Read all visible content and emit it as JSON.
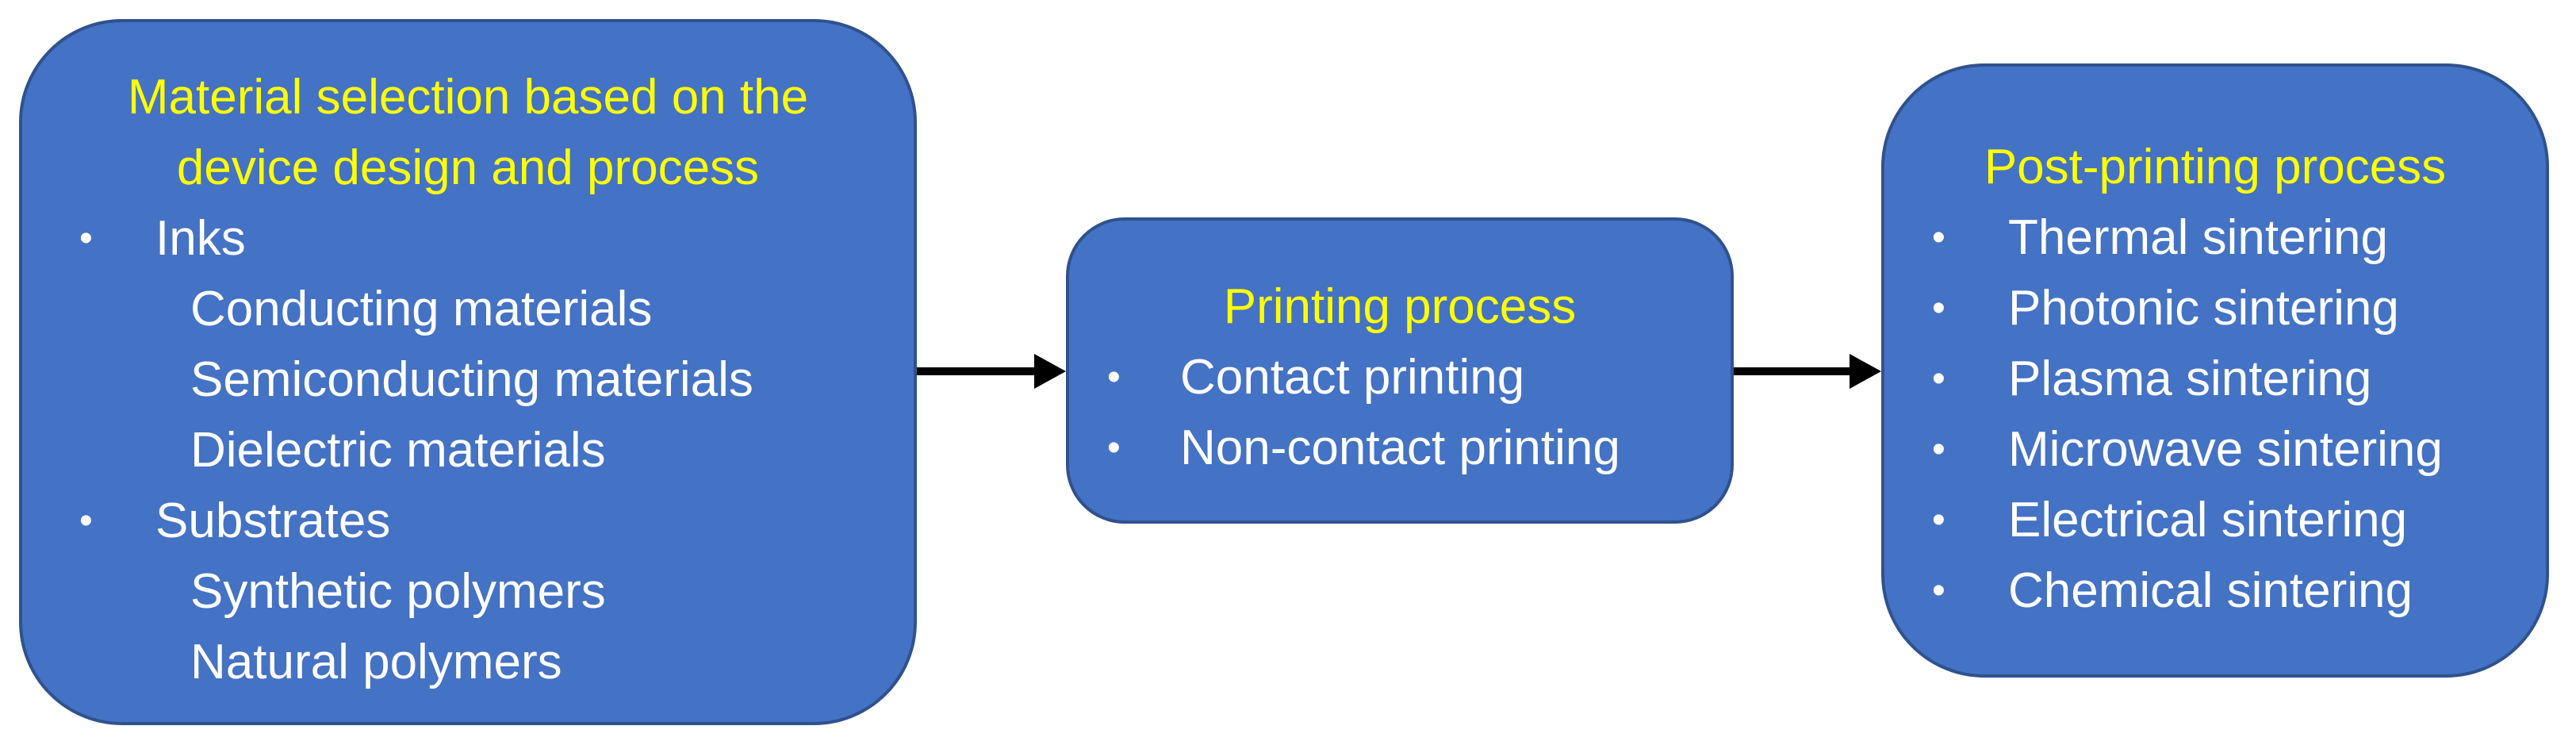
{
  "boxes": {
    "material": {
      "title": "Material selection based on the device design and process",
      "items": [
        {
          "text": "Inks",
          "bullet": "•"
        },
        {
          "text": "Conducting materials"
        },
        {
          "text": "Semiconducting  materials"
        },
        {
          "text": "Dielectric materials"
        },
        {
          "text": "Substrates",
          "bullet": "•"
        },
        {
          "text": "Synthetic polymers"
        },
        {
          "text": "Natural polymers"
        }
      ]
    },
    "printing": {
      "title": "Printing process",
      "items": [
        {
          "text": "Contact printing",
          "bullet": "•"
        },
        {
          "text": "Non-contact printing",
          "bullet": "•"
        }
      ]
    },
    "post": {
      "title": "Post-printing process",
      "items": [
        {
          "text": "Thermal sintering",
          "bullet": "•"
        },
        {
          "text": "Photonic sintering",
          "bullet": "•"
        },
        {
          "text": "Plasma sintering",
          "bullet": "•"
        },
        {
          "text": "Microwave sintering",
          "bullet": "•"
        },
        {
          "text": "Electrical sintering",
          "bullet": "•"
        },
        {
          "text": "Chemical sintering",
          "bullet": "•"
        }
      ]
    }
  },
  "colors": {
    "box_fill": "#4472C4",
    "box_border": "#2F528F",
    "title_text": "#FFFF00",
    "body_text": "#FFFFFF",
    "arrow": "#000000"
  }
}
